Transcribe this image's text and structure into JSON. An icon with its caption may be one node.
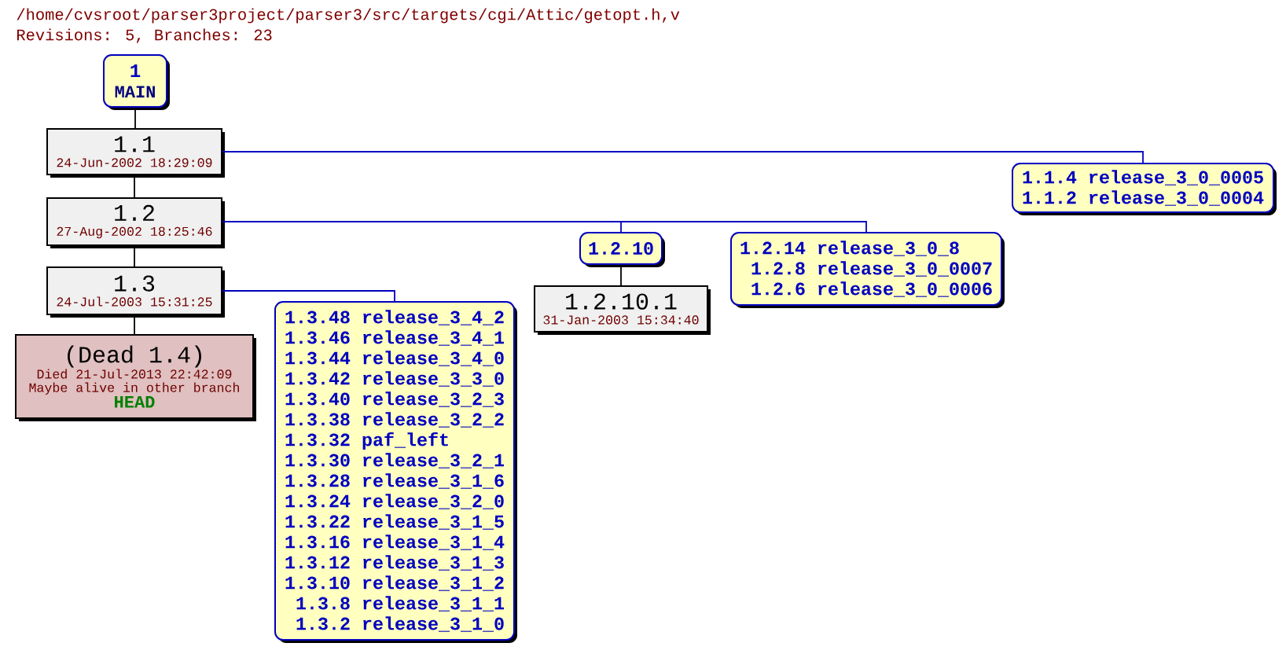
{
  "diagram": {
    "title": "/home/cvsroot/parser3project/parser3/src/targets/cgi/Attic/getopt.h,v",
    "nodes": [
      {
        "text": [
          "1",
          "MAIN"
        ]
      },
      {
        "text": [
          "1.1",
          "24-Jun-2002 18:29:09"
        ]
      },
      {
        "text": [
          "1.2",
          "27-Aug-2002 18:25:46"
        ]
      },
      {
        "text": [
          "1.3",
          "24-Jul-2003 15:31:25"
        ]
      },
      {
        "text": [
          "(Dead 1.4)",
          "Died 21-Jul-2013 22:42:09",
          "Maybe alive in other branch",
          "HEAD"
        ]
      },
      {
        "text": [
          "1.1.4 release_3_0_0005",
          "1.1.2 release_3_0_0004"
        ]
      },
      {
        "text": [
          "1.2.10"
        ]
      },
      {
        "text": [
          "1.2.10.1",
          "31-Jan-2003 15:34:40"
        ]
      },
      {
        "text": [
          "1.2.14 release_3_0_8",
          "1.2.8 release_3_0_0007",
          "1.2.6 release_3_0_0006"
        ]
      },
      {
        "text": [
          "1.3.48 release_3_4_2",
          "1.3.46 release_3_4_1",
          "1.3.44 release_3_4_0",
          "1.3.42 release_3_3_0",
          "1.3.40 release_3_2_3",
          "1.3.38 release_3_2_2",
          "1.3.32 paf_left",
          "1.3.30 release_3_2_1",
          "1.3.28 release_3_1_6",
          "1.3.24 release_3_2_0",
          "1.3.22 release_3_1_5",
          "1.3.16 release_3_1_4",
          "1.3.12 release_3_1_3",
          "1.3.10 release_3_1_2",
          "1.3.8 release_3_1_1",
          "1.3.2 release_3_1_0"
        ]
      }
    ],
    "edges": [
      {
        "from": 0,
        "to": 1,
        "arrow": "none"
      },
      {
        "from": 1,
        "to": 2,
        "arrow": "none"
      },
      {
        "from": 2,
        "to": 3,
        "arrow": "none"
      },
      {
        "from": 3,
        "to": 4,
        "arrow": "none"
      },
      {
        "from": 1,
        "to": 5,
        "arrow": "none",
        "color": "#0000c0"
      },
      {
        "from": 2,
        "to": 6,
        "arrow": "none",
        "color": "#0000c0"
      },
      {
        "from": 6,
        "to": 7,
        "arrow": "none"
      },
      {
        "from": 2,
        "to": 8,
        "arrow": "none",
        "color": "#0000c0"
      },
      {
        "from": 3,
        "to": 9,
        "arrow": "none",
        "color": "#0000c0"
      }
    ],
    "labels": [
      "Revisions: 5, Branches: 23"
    ]
  }
}
